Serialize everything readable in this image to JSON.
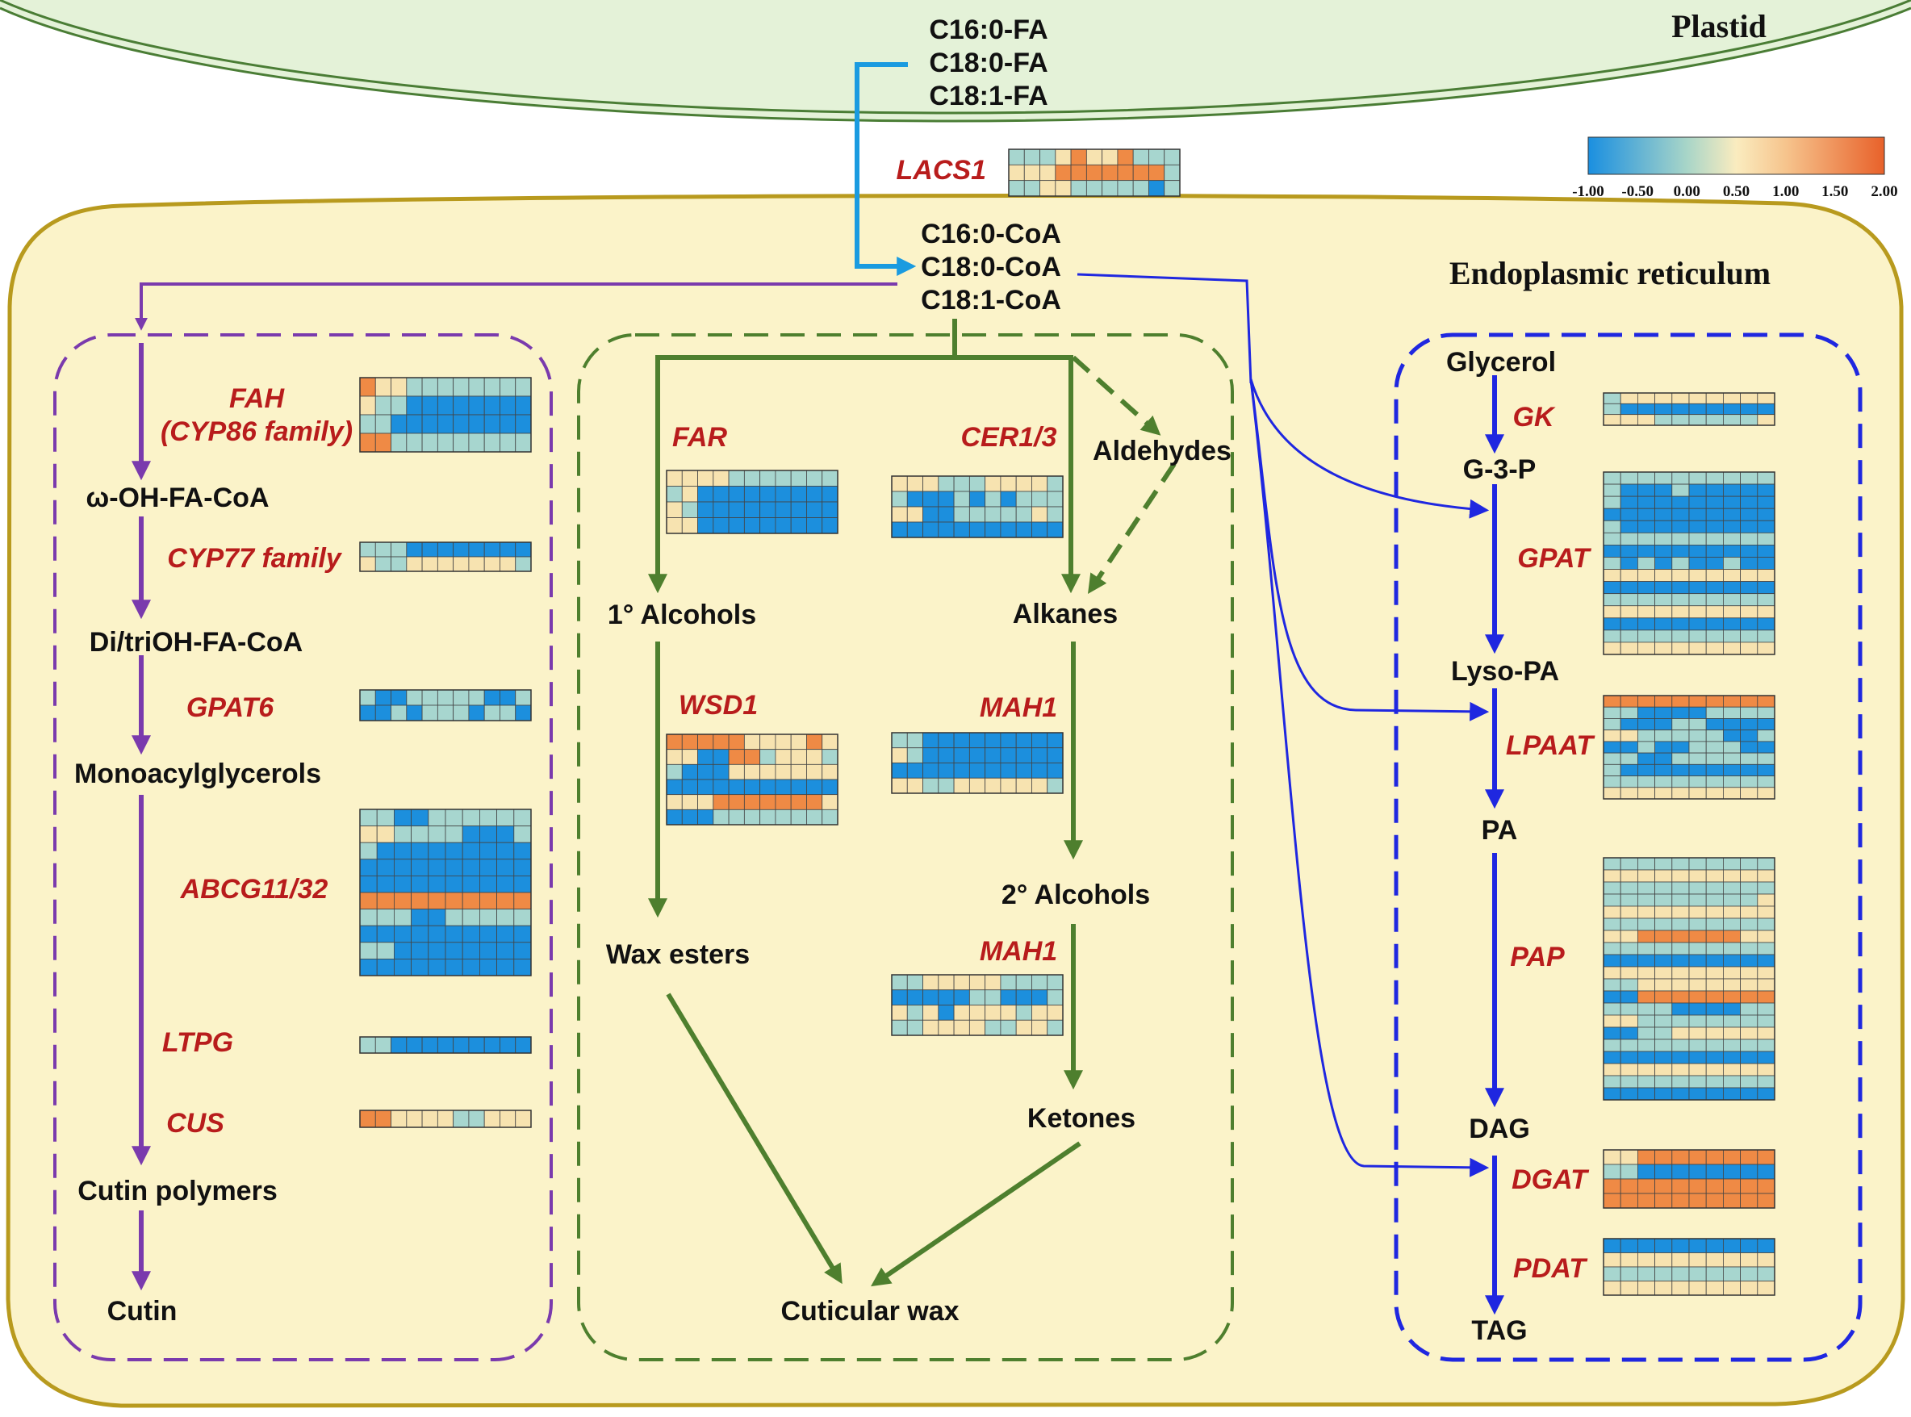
{
  "compartments": {
    "plastid": "Plastid",
    "er": "Endoplasmic reticulum"
  },
  "metabolites": {
    "fa": [
      "C16:0-FA",
      "C18:0-FA",
      "C18:1-FA"
    ],
    "coa": [
      "C16:0-CoA",
      "C18:0-CoA",
      "C18:1-CoA"
    ],
    "cutin": [
      "ω-OH-FA-CoA",
      "Di/triOH-FA-CoA",
      "Monoacylglycerols",
      "Cutin polymers",
      "Cutin"
    ],
    "wax": [
      "Aldehydes",
      "1° Alcohols",
      "Alkanes",
      "2° Alcohols",
      "Wax esters",
      "Ketones",
      "Cuticular wax"
    ],
    "tag": [
      "Glycerol",
      "G-3-P",
      "Lyso-PA",
      "PA",
      "DAG",
      "TAG"
    ]
  },
  "genes": {
    "lacs1": "LACS1",
    "fah_line1": "FAH",
    "fah_line2": "(CYP86 family)",
    "cyp77": "CYP77 family",
    "gpat6": "GPAT6",
    "abcg": "ABCG11/32",
    "ltpg": "LTPG",
    "cus": "CUS",
    "far": "FAR",
    "cer": "CER1/3",
    "wsd1": "WSD1",
    "mah1_a": "MAH1",
    "mah1_b": "MAH1",
    "gk": "GK",
    "gpat": "GPAT",
    "lpaat": "LPAAT",
    "pap": "PAP",
    "dgat": "DGAT",
    "pdat": "PDAT"
  },
  "scale": {
    "min": -1.0,
    "max": 2.0,
    "ticks": [
      "-1.00",
      "-0.50",
      "0.00",
      "0.50",
      "1.00",
      "1.50",
      "2.00"
    ]
  },
  "colors": {
    "plastid_fill": "#e4f2d8",
    "plastid_edge": "#4a7d35",
    "cell_fill": "#fbf3c9",
    "cell_edge": "#b89a1e",
    "cutin_path": "#7a3aad",
    "wax_path": "#4e7f2e",
    "tag_path": "#1f27e0",
    "lacs_arrow": "#1a9be0",
    "gene_text": "#b81c1c"
  },
  "heatmaps": {
    "lacs1": [
      "11123223111",
      "22233333331",
      "11221111101"
    ],
    "fah": [
      "32211111111",
      "21100000000",
      "11000000000",
      "33111111111"
    ],
    "cyp77": [
      "11100000000",
      "21122222221"
    ],
    "gpat6": [
      "10011111001",
      "00101110110"
    ],
    "abcg": [
      "1100111111",
      "2211110001",
      "1000000000",
      "0000000000",
      "0000000000",
      "3333333333",
      "1110011111",
      "0000000000",
      "1100000000",
      "0000000000"
    ],
    "ltpg": [
      "11000000000"
    ],
    "cus": [
      "33222211222"
    ],
    "far": [
      "22221111111",
      "12000000000",
      "21000000000",
      "22000000000"
    ],
    "cer": [
      "22211122221",
      "10001010111",
      "22001111121",
      "00000000000"
    ],
    "wsd1": [
      "33333222232",
      "22003312221",
      "10002222222",
      "00000000000",
      "22233333332",
      "00011111111"
    ],
    "mah1a": [
      "11000000000",
      "21000000000",
      "00000000000",
      "22112222221"
    ],
    "mah1b": [
      "11222221111",
      "00000110001",
      "21202222122",
      "11222211221"
    ],
    "gk": [
      "1222222222",
      "1000000000",
      "2221111112"
    ],
    "gpat": [
      "1111111111",
      "1000100000",
      "1000000000",
      "0000000000",
      "1000000000",
      "1111111111",
      "0000000000",
      "1010100100",
      "2222222222",
      "0000000000",
      "1111111111",
      "2222222222",
      "0000000000",
      "1111111111",
      "2222222222"
    ],
    "lpaat": [
      "3333333333",
      "1100001111",
      "1000110000",
      "2211111001",
      "0010011100",
      "1100111111",
      "1000000000",
      "1111111111",
      "2222222222"
    ],
    "pap": [
      "1111111111",
      "2222222222",
      "1111111111",
      "1111111112",
      "2222222222",
      "1111111111",
      "2233333322",
      "1111111111",
      "0000000000",
      "2222222222",
      "1122222222",
      "0033333333",
      "1111000011",
      "2211111111",
      "0011222222",
      "1111111111",
      "0000000000",
      "2222222222",
      "1111111111",
      "0000000000"
    ],
    "dgat": [
      "2233333333",
      "1100000000",
      "3333333333",
      "3333333333"
    ],
    "pdat": [
      "0000000000",
      "2222222222",
      "1111111111",
      "2222222222"
    ]
  }
}
